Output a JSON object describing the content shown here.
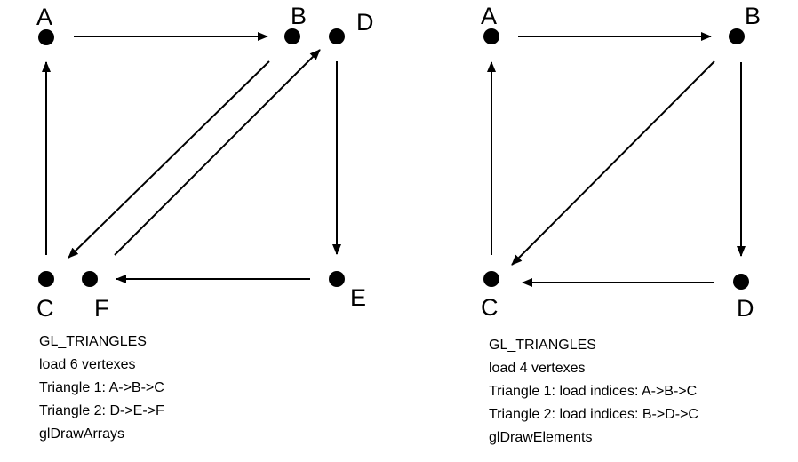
{
  "left_diagram": {
    "vertex_labels": {
      "a": "A",
      "b": "B",
      "c": "C",
      "d": "D",
      "e": "E",
      "f": "F"
    },
    "notes": [
      "GL_TRIANGLES",
      "load 6 vertexes",
      "Triangle 1: A->B->C",
      "Triangle 2: D->E->F",
      "glDrawArrays"
    ]
  },
  "right_diagram": {
    "vertex_labels": {
      "a": "A",
      "b": "B",
      "c": "C",
      "d": "D"
    },
    "notes": [
      "GL_TRIANGLES",
      "load 4 vertexes",
      "Triangle 1: load indices: A->B->C",
      "Triangle 2: load indices: B->D->C",
      "glDrawElements"
    ]
  },
  "colors": {
    "ink": "#000000",
    "background": "#ffffff"
  }
}
